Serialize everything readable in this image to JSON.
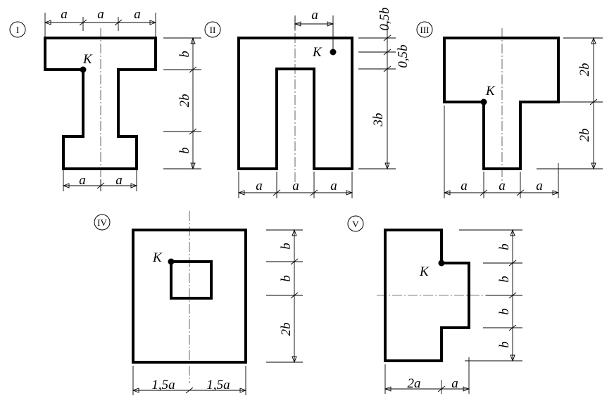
{
  "figures": [
    {
      "id": "I",
      "numeral": "I",
      "point": "K",
      "top_dims": [
        "a",
        "a",
        "a"
      ],
      "bottom_dims": [
        "a",
        "a"
      ],
      "side_dims": [
        "b",
        "2b",
        "b"
      ]
    },
    {
      "id": "II",
      "numeral": "II",
      "point": "K",
      "top_dims": [
        "a"
      ],
      "bottom_dims": [
        "a",
        "a",
        "a"
      ],
      "side_dims": [
        "0,5b",
        "0,5b",
        "3b"
      ]
    },
    {
      "id": "III",
      "numeral": "III",
      "point": "K",
      "bottom_dims": [
        "a",
        "a",
        "a"
      ],
      "side_dims": [
        "2b",
        "2b"
      ]
    },
    {
      "id": "IV",
      "numeral": "IV",
      "point": "K",
      "bottom_dims": [
        "1,5a",
        "1,5a"
      ],
      "side_dims": [
        "b",
        "b",
        "2b"
      ]
    },
    {
      "id": "V",
      "numeral": "V",
      "point": "K",
      "bottom_dims": [
        "2a",
        "a"
      ],
      "side_dims": [
        "b",
        "b",
        "b",
        "b"
      ]
    }
  ]
}
